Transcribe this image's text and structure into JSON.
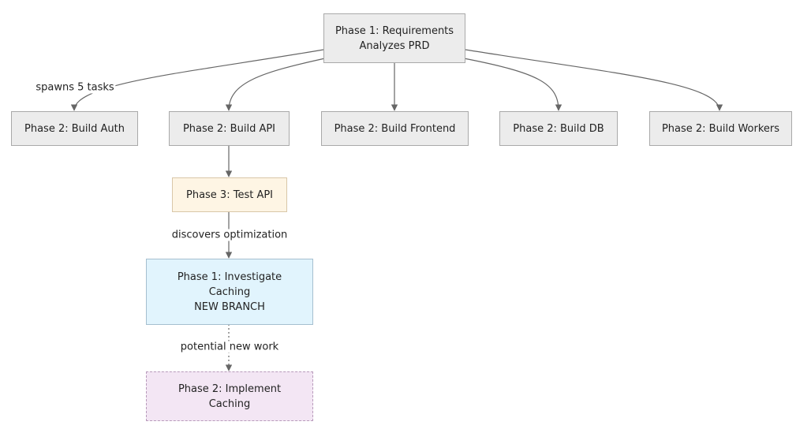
{
  "nodes": {
    "requirements": {
      "line1": "Phase 1: Requirements",
      "line2": "Analyzes PRD"
    },
    "auth": {
      "label": "Phase 2: Build Auth"
    },
    "api": {
      "label": "Phase 2: Build API"
    },
    "frontend": {
      "label": "Phase 2: Build Frontend"
    },
    "db": {
      "label": "Phase 2: Build DB"
    },
    "workers": {
      "label": "Phase 2: Build Workers"
    },
    "test_api": {
      "label": "Phase 3: Test API"
    },
    "investigate": {
      "line1": "Phase 1: Investigate",
      "line2": "Caching",
      "line3": "NEW BRANCH"
    },
    "implement": {
      "line1": "Phase 2: Implement",
      "line2": "Caching"
    }
  },
  "edges": {
    "spawns": "spawns 5 tasks",
    "discovers": "discovers optimization",
    "potential": "potential new work"
  },
  "colors": {
    "edge": "#666666",
    "node_default": "#ececec",
    "node_test": "#fef5e4",
    "node_investigate": "#e1f4fd",
    "node_implement": "#f3e6f4"
  }
}
